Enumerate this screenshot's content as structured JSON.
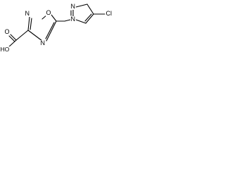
{
  "molecule": {
    "atoms": {
      "o_ring": "O",
      "n_ring_a": "N",
      "n_ring_b": "N",
      "o_carbonyl": "O",
      "oh": "HO",
      "n_pz_1": "N",
      "n_pz_2": "N",
      "cl": "Cl"
    }
  }
}
